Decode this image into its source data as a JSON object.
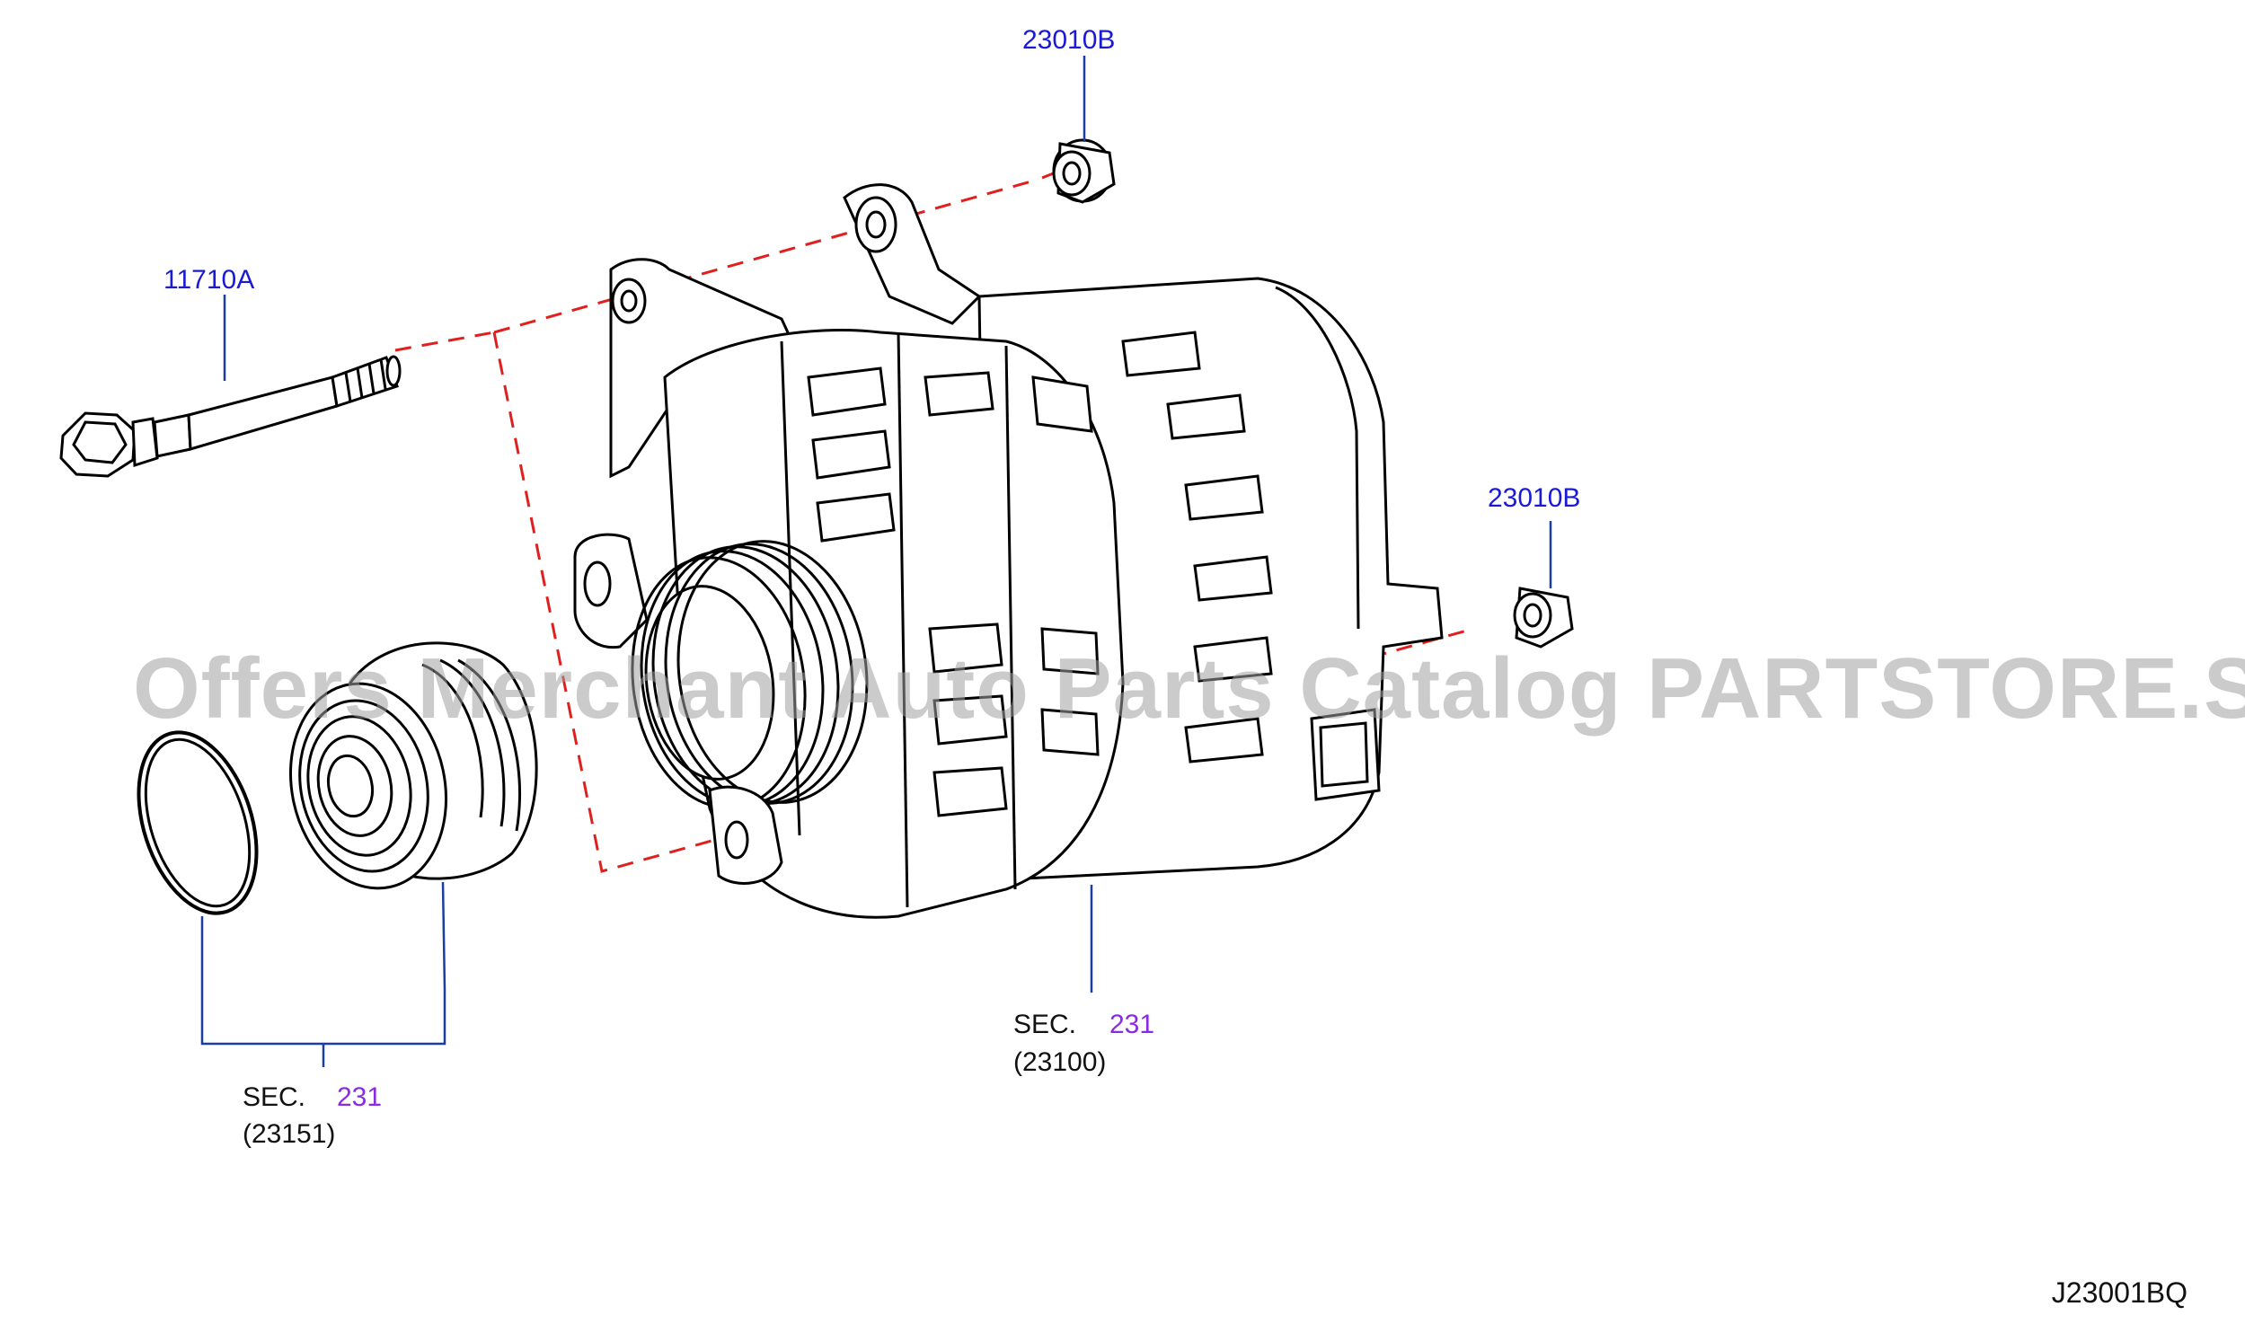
{
  "labels": {
    "nut_top": "23010B",
    "bolt": "11710A",
    "nut_right": "23010B",
    "sec_left_prefix": "SEC.",
    "sec_left_num": "231",
    "sec_left_code": "(23151)",
    "sec_right_prefix": "SEC.",
    "sec_right_num": "231",
    "sec_right_code": "(23100)"
  },
  "watermark": "Offers Merchant Auto Parts Catalog PARTSTORE.SA",
  "diagram_code": "J23001BQ",
  "colors": {
    "part_number": "#1a1ad6",
    "section_number": "#8a2be2",
    "leader": "#1a3fa0",
    "dashed": "#e0201e",
    "line": "#000000"
  }
}
